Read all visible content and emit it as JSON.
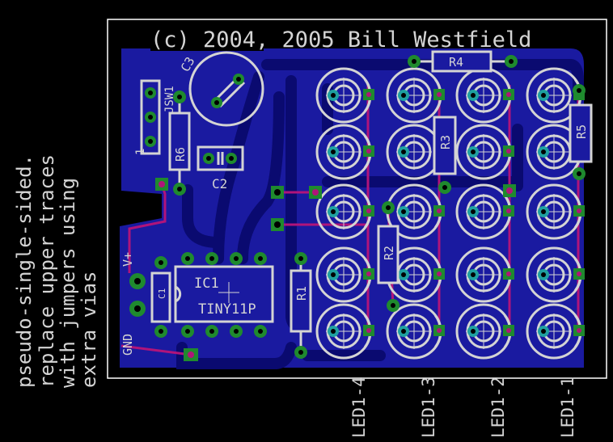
{
  "copyright": "(c) 2004, 2005 Bill Westfield",
  "side_note": {
    "lines": [
      "pseudo-single-sided.",
      "replace upper traces",
      "with jumpers using",
      "extra vias"
    ]
  },
  "power_labels": {
    "vplus": "V+",
    "gnd": "GND"
  },
  "components": {
    "ic_name": "IC1",
    "ic_value": "TINY11P",
    "c1": "C1",
    "c2": "C2",
    "c3": "C3",
    "r1": "R1",
    "r2": "R2",
    "r3": "R3",
    "r4": "R4",
    "r5": "R5",
    "r6": "R6",
    "sw": "JSW1",
    "pin1": "1"
  },
  "led_labels": [
    "LED1-4",
    "LED1-3",
    "LED1-2",
    "LED1-1"
  ],
  "colors": {
    "background": "#000000",
    "copper_bottom": "#1a1aa0",
    "trace_bottom": "#0a0a70",
    "silkscreen": "#d4d4d4",
    "jumper_trace": "#b0147a",
    "pad_green": "#1f8a2e",
    "pad_via": "#1fa0a0",
    "board_outline": "#ffffff"
  }
}
